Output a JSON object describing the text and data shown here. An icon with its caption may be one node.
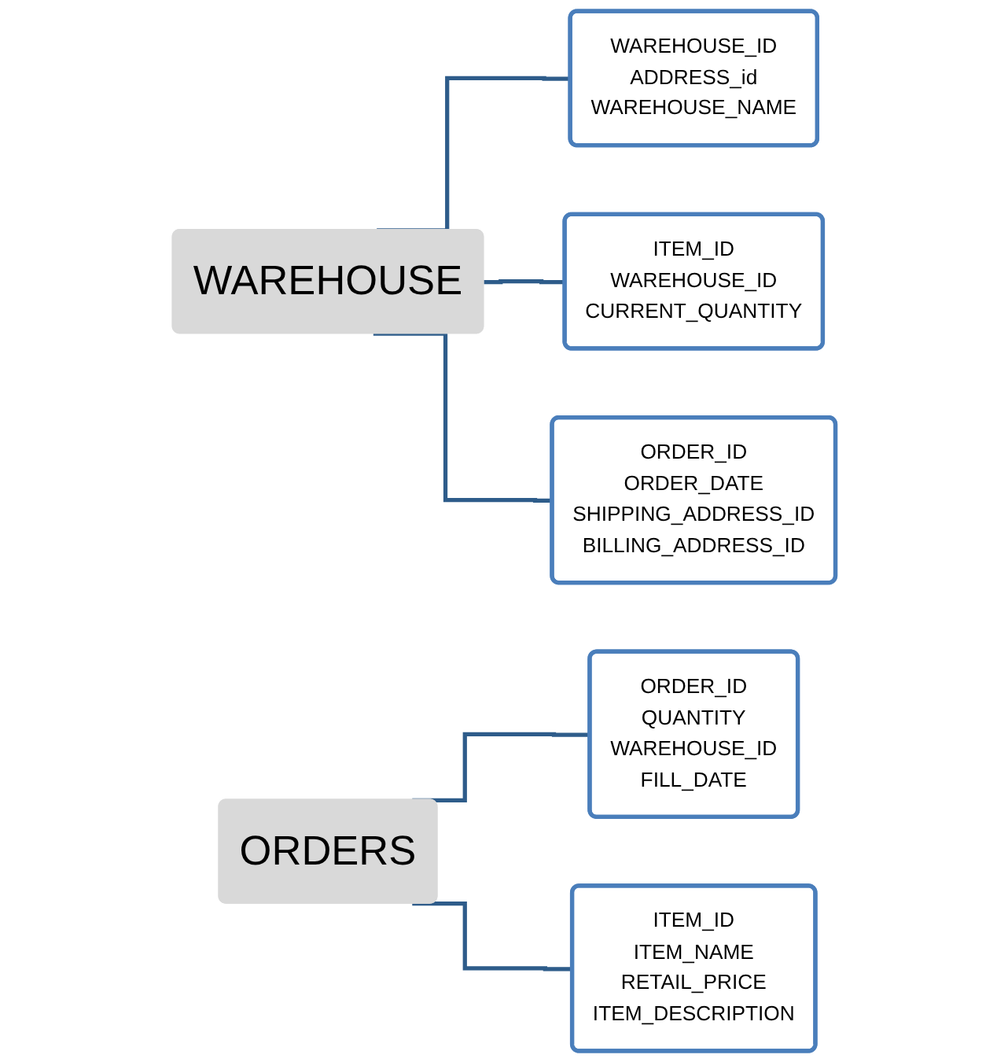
{
  "diagram": {
    "nodes": [
      {
        "text": [
          "WAREHOUSE"
        ]
      },
      {
        "text": [
          "WAREHOUSE_ID",
          "ADDRESS_id",
          "WAREHOUSE_NAME"
        ]
      },
      {
        "text": [
          "ITEM_ID",
          "WAREHOUSE_ID",
          "CURRENT_QUANTITY"
        ]
      },
      {
        "text": [
          "ORDER_ID",
          "ORDER_DATE",
          "SHIPPING_ADDRESS_ID",
          "BILLING_ADDRESS_ID"
        ]
      },
      {
        "text": [
          "ORDERS"
        ]
      },
      {
        "text": [
          "ORDER_ID",
          "QUANTITY",
          "WAREHOUSE_ID",
          "FILL_DATE"
        ]
      },
      {
        "text": [
          "ITEM_ID",
          "ITEM_NAME",
          "RETAIL_PRICE",
          "ITEM_DESCRIPTION"
        ]
      }
    ],
    "edges": [
      {
        "from": 0,
        "to": 1,
        "arrow": "none"
      },
      {
        "from": 0,
        "to": 2,
        "arrow": "none"
      },
      {
        "from": 0,
        "to": 3,
        "arrow": "none"
      },
      {
        "from": 4,
        "to": 5,
        "arrow": "none"
      },
      {
        "from": 4,
        "to": 6,
        "arrow": "none"
      }
    ]
  }
}
